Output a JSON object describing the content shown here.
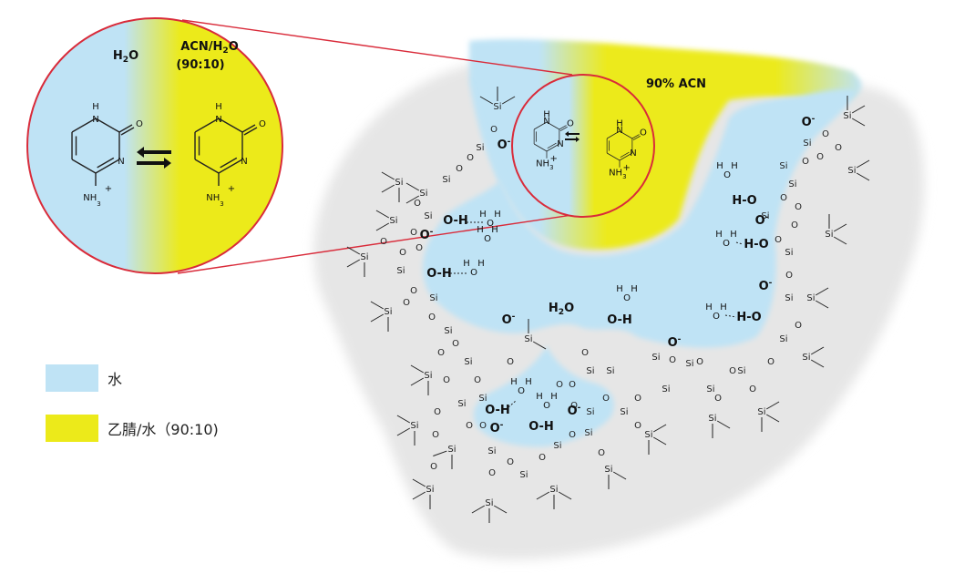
{
  "colors": {
    "water": "#bfe3f5",
    "acn": "#ecea1a",
    "circle_border": "#d92b3a",
    "silica": "#e6e6e6"
  },
  "labels": {
    "h2o_left": "H2O",
    "acn_h2o": "ACN/H2O",
    "ratio": "(90:10)",
    "acn_90": "90% ACN",
    "h2o_pore": "H2O"
  },
  "molecule": {
    "h": "H",
    "o": "O",
    "n": "N",
    "nh3": "NH",
    "sub3": "3",
    "plus": "+"
  },
  "surface": {
    "si": "Si",
    "o": "O",
    "ominus": "O",
    "minus": "-",
    "oh": "O-H",
    "ho": "H-O",
    "h": "H"
  },
  "legend": [
    {
      "label": "水",
      "color": "#bfe3f5"
    },
    {
      "label": "乙腈/水（90:10)",
      "color": "#ecea1a"
    }
  ]
}
